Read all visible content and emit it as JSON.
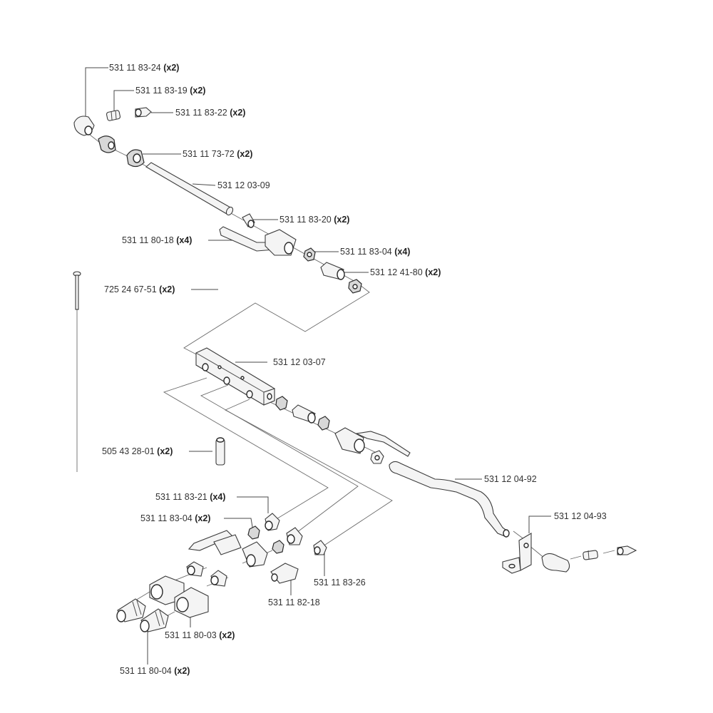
{
  "diagram": {
    "type": "exploded parts diagram",
    "parts": [
      {
        "id": "p1",
        "number": "531 11 83-24",
        "qty": "(x2)"
      },
      {
        "id": "p2",
        "number": "531 11 83-19",
        "qty": "(x2)"
      },
      {
        "id": "p3",
        "number": "531 11 83-22",
        "qty": "(x2)"
      },
      {
        "id": "p4",
        "number": "531 11 73-72",
        "qty": "(x2)"
      },
      {
        "id": "p5",
        "number": "531 12 03-09",
        "qty": ""
      },
      {
        "id": "p6",
        "number": "531 11 83-20",
        "qty": "(x2)"
      },
      {
        "id": "p7",
        "number": "531 11 80-18",
        "qty": "(x4)"
      },
      {
        "id": "p8",
        "number": "531 11 83-04",
        "qty": "(x4)"
      },
      {
        "id": "p9",
        "number": "531 12 41-80",
        "qty": "(x2)"
      },
      {
        "id": "p10",
        "number": "725 24 67-51",
        "qty": "(x2)"
      },
      {
        "id": "p11",
        "number": "531 12 03-07",
        "qty": ""
      },
      {
        "id": "p12",
        "number": "505 43 28-01",
        "qty": "(x2)"
      },
      {
        "id": "p13",
        "number": "531 12 04-92",
        "qty": ""
      },
      {
        "id": "p14",
        "number": "531 11 83-21",
        "qty": "(x4)"
      },
      {
        "id": "p15",
        "number": "531 12 04-93",
        "qty": ""
      },
      {
        "id": "p16",
        "number": "531 11 83-04",
        "qty": "(x2)"
      },
      {
        "id": "p17",
        "number": "531 11 83-26",
        "qty": ""
      },
      {
        "id": "p18",
        "number": "531 11 82-18",
        "qty": ""
      },
      {
        "id": "p19",
        "number": "531 11 80-03",
        "qty": "(x2)"
      },
      {
        "id": "p20",
        "number": "531 11 80-04",
        "qty": "(x2)"
      }
    ]
  }
}
